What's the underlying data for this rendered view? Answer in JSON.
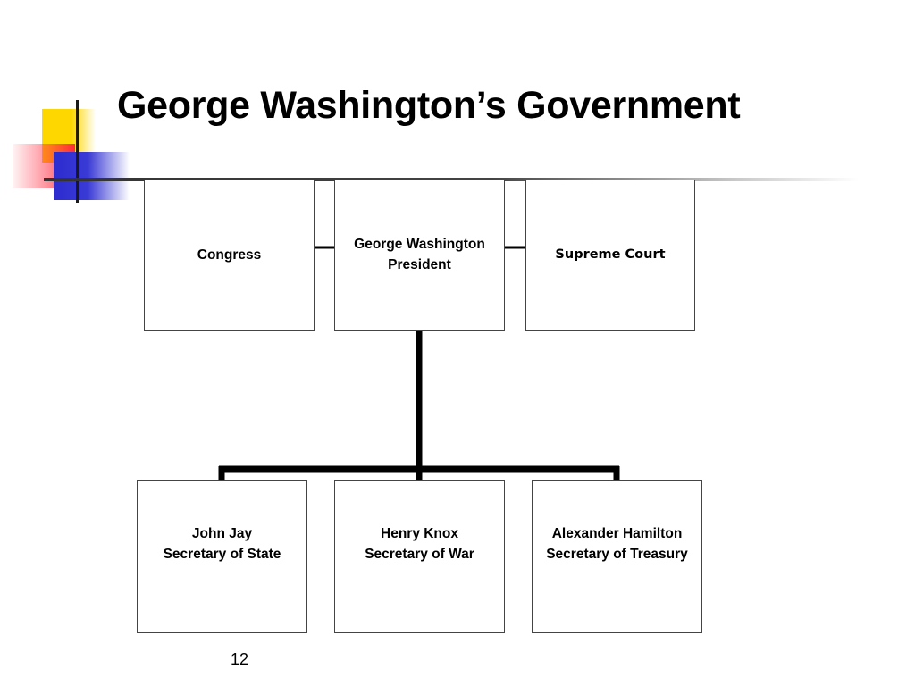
{
  "slide": {
    "title": "George Washington’s Government",
    "page_number": "12"
  },
  "top_row": {
    "congress": {
      "line1": "Congress"
    },
    "president": {
      "line1": "George Washington",
      "line2": "President"
    },
    "supreme_court": {
      "line1": "Supreme Court"
    }
  },
  "cabinet": [
    {
      "name": "John Jay",
      "role": "Secretary of State"
    },
    {
      "name": "Henry Knox",
      "role": "Secretary of War"
    },
    {
      "name": "Alexander Hamilton",
      "role": "Secretary of Treasury"
    }
  ],
  "colors": {
    "deco_yellow": "#ffd700",
    "deco_red": "#ff2a3a",
    "deco_blue": "#2c2ccf",
    "connector": "#000000"
  }
}
